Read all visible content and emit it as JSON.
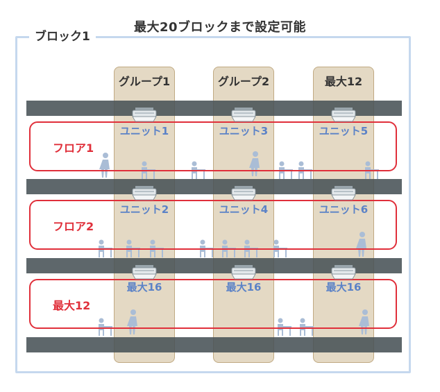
{
  "caption": "最大20ブロックまで設定可能",
  "block_label": "ブロック1",
  "groups": [
    {
      "label": "グループ1"
    },
    {
      "label": "グループ2"
    },
    {
      "label": "最大12"
    }
  ],
  "floors": [
    {
      "label": "フロア1"
    },
    {
      "label": "フロア2"
    },
    {
      "label": "最大12"
    }
  ],
  "units": [
    [
      "ユニット1",
      "ユニット3",
      "ユニット5"
    ],
    [
      "ユニット2",
      "ユニット4",
      "ユニット6"
    ],
    [
      "最大16",
      "最大16",
      "最大16"
    ]
  ],
  "colors": {
    "floor_outline": "#e02f3a",
    "unit_text": "#5b82c7",
    "block_frame": "#c5d8ee",
    "group_fill": "#d5c4a5",
    "slab": "#485256"
  },
  "icons": [
    "indoor-unit-icon",
    "person-icon",
    "people-at-desk-icon"
  ]
}
